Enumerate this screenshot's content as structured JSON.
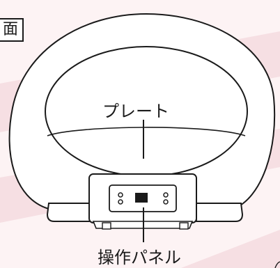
{
  "header": {
    "tag_text": "面"
  },
  "callouts": {
    "plate": "プレート",
    "panel": "操作パネル"
  },
  "colors": {
    "background": "#fdf3f4",
    "stripe": "#f6dfe3",
    "ink": "#1a1a1a",
    "device_fill": "#ffffff"
  }
}
